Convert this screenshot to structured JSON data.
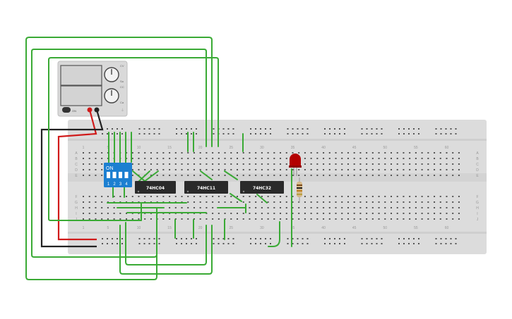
{
  "power_supply": {
    "button_label": "ON",
    "knob1_top_label": "CV",
    "knob1_bottom_label": "Sa",
    "knob2_top_label": "CC",
    "knob2_bottom_label": "Ca",
    "terminal_left": "+",
    "terminal_right": "-"
  },
  "breadboard": {
    "column_numbers": [
      "1",
      "5",
      "10",
      "15",
      "20",
      "25",
      "30",
      "35",
      "40",
      "45",
      "50",
      "55",
      "60"
    ],
    "row_letters_top": [
      "A",
      "B",
      "C",
      "D",
      "E"
    ],
    "row_letters_bottom": [
      "F",
      "G",
      "H",
      "I",
      "J"
    ]
  },
  "dip_switch": {
    "label": "ON",
    "switch_numbers": [
      "1",
      "2",
      "3",
      "4"
    ]
  },
  "chips": [
    {
      "id": "u1",
      "label": "74HC04"
    },
    {
      "id": "u2",
      "label": "74HC11"
    },
    {
      "id": "u3",
      "label": "74HC32"
    }
  ],
  "led": {
    "color": "#c40000"
  },
  "colors": {
    "wire_green": "#3aaa35",
    "wire_red": "#d01a1a",
    "wire_black": "#222222",
    "breadboard": "#dedede",
    "chip_body": "#2a2a2a",
    "dip_switch": "#1c7fd1"
  }
}
